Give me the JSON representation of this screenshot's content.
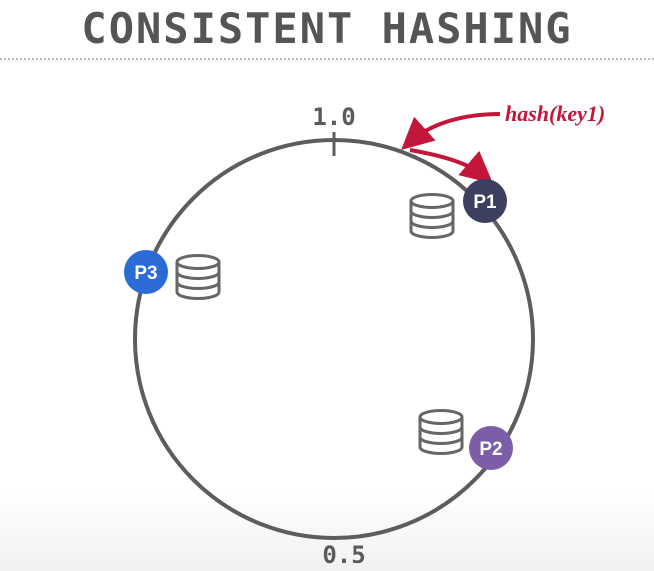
{
  "title": "CONSISTENT HASHING",
  "ring": {
    "top_label": "1.0",
    "bottom_label": "0.5"
  },
  "annotation": "hash(key1)",
  "partitions": [
    {
      "label": "P1",
      "color": "#3d3f5f"
    },
    {
      "label": "P2",
      "color": "#7b5ea7"
    },
    {
      "label": "P3",
      "color": "#2a6bd6"
    }
  ],
  "colors": {
    "ring": "#5d5d5d",
    "arrow": "#c4153a",
    "database_icon": "#666666"
  },
  "icons": [
    "database-icon"
  ]
}
